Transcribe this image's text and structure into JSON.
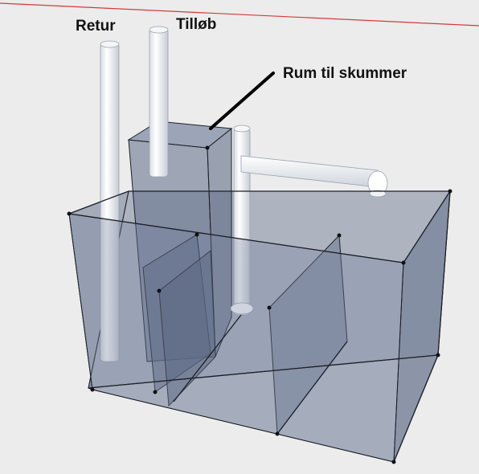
{
  "labels": {
    "retur": "Retur",
    "tillob": "Tilløb",
    "skummer": "Rum til skummer"
  },
  "colors": {
    "background": "#ececec",
    "glass_back": "#7e8aa0",
    "glass_front": "#6f7c95",
    "glass_top": "#8f9ab0",
    "pipe": "#ffffff",
    "edge": "#1b1f27",
    "horizon": "#d23b3b"
  }
}
